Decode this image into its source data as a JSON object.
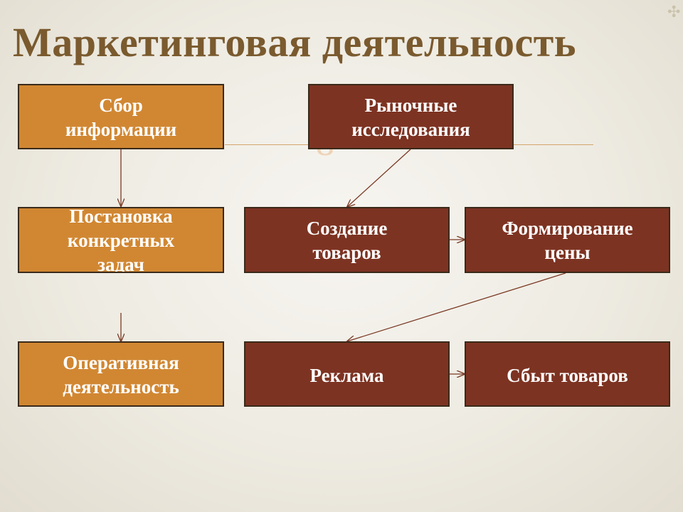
{
  "title": "Маркетинговая деятельность",
  "ornament_glyph": "✣",
  "watermark_glyph": "ɞ",
  "boxes": {
    "sbor": "Сбор\nинформации",
    "rynochnye": "Рыночные\nисследования",
    "postanovka": "Постановка\nконкретных\nзадач",
    "sozdanie": "Создание\nтоваров",
    "formirovanie": "Формирование\nцены",
    "operativnaya": "Оперативная\nдеятельность",
    "reklama": "Реклама",
    "sbyt": "Сбыт товаров"
  },
  "colors": {
    "title": "#7a5a2e",
    "orange_box": "#d18732",
    "brown_box": "#7d3322",
    "box_border": "#3a2a1a",
    "box_text": "#ffffff",
    "arrow": "#7a3a24",
    "accent_line": "#d4a56c"
  }
}
